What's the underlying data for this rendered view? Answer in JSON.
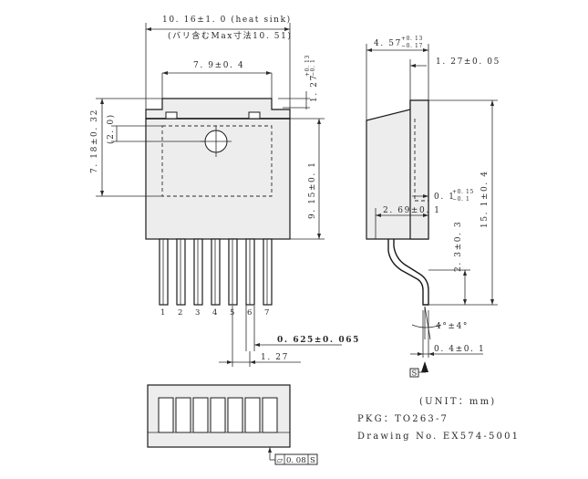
{
  "front_view": {
    "heat_sink_width": "10. 16±1. 0 (heat sink)",
    "burr_note": "(バリ含むMax寸法10. 51)",
    "tab_width": "7. 9±0. 4",
    "tab_offset": "1. 27",
    "tab_offset_tol_plus": "+0. 13",
    "tab_offset_tol_minus": "−0. 1",
    "overall_height": "7. 18±0. 32",
    "hole_offset": "(2. 0)",
    "body_height": "9. 15±0. 1",
    "pin_numbers": [
      "1",
      "2",
      "3",
      "4",
      "5",
      "6",
      "7"
    ],
    "lead_width": "0. 625±0. 065",
    "lead_pitch": "1. 27"
  },
  "side_view": {
    "thickness": "4. 57",
    "thickness_tol_plus": "+0. 13",
    "thickness_tol_minus": "−0. 17",
    "tab_thickness": "1. 27±0. 05",
    "standoff": "0. 1",
    "standoff_tol_plus": "+0. 15",
    "standoff_tol_minus": "−0. 1",
    "lead_offset": "2. 69±0. 1",
    "total_height": "15. 1±0. 4",
    "lead_length": "2. 3±0. 3",
    "angle": "4°±4°",
    "lead_thickness": "0. 4±0. 1",
    "datum_label": "S"
  },
  "bottom_view": {
    "flatness_symbol": "▱",
    "flatness_value": "0. 08",
    "flatness_datum": "S"
  },
  "info": {
    "unit": "(UNIT：mm)",
    "package": "PKG：TO263-7",
    "drawing_no": "Drawing No. EX574-5001"
  }
}
